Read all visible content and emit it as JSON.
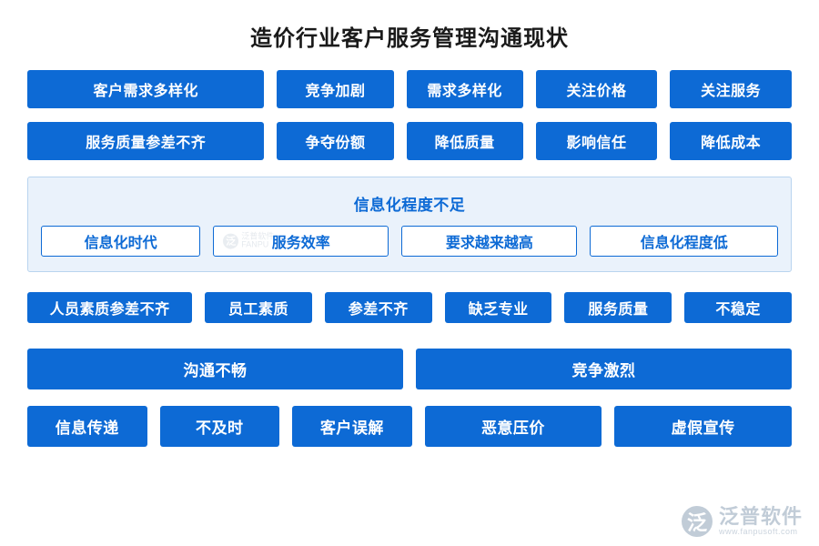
{
  "title": "造价行业客户服务管理沟通现状",
  "colors": {
    "chip_blue": "#0d6ad5",
    "panel_bg": "#eaf2fb",
    "panel_border": "#b9d4ef",
    "title_color": "#1a1a1a"
  },
  "row1": [
    {
      "label": "客户需求多样化",
      "flex": 266
    },
    {
      "label": "竞争加剧",
      "flex": 122
    },
    {
      "label": "需求多样化",
      "flex": 122
    },
    {
      "label": "关注价格",
      "flex": 128
    },
    {
      "label": "关注服务",
      "flex": 128
    }
  ],
  "row2": [
    {
      "label": "服务质量参差不齐",
      "flex": 266
    },
    {
      "label": "争夺份额",
      "flex": 122
    },
    {
      "label": "降低质量",
      "flex": 122
    },
    {
      "label": "影响信任",
      "flex": 128
    },
    {
      "label": "降低成本",
      "flex": 128
    }
  ],
  "panel": {
    "title": "信息化程度不足",
    "items": [
      {
        "label": "信息化时代",
        "flex": 180,
        "watermark": false
      },
      {
        "label": "服务效率",
        "flex": 200,
        "watermark": true
      },
      {
        "label": "要求越来越高",
        "flex": 200,
        "watermark": false
      },
      {
        "label": "信息化程度低",
        "flex": 215,
        "watermark": false
      }
    ]
  },
  "row4": [
    {
      "label": "人员素质参差不齐",
      "flex": 198
    },
    {
      "label": "员工素质",
      "flex": 122
    },
    {
      "label": "参差不齐",
      "flex": 122
    },
    {
      "label": "缺乏专业",
      "flex": 122
    },
    {
      "label": "服务质量",
      "flex": 122
    },
    {
      "label": "不稳定",
      "flex": 122
    }
  ],
  "row5": [
    {
      "label": "沟通不畅",
      "flex": 414
    },
    {
      "label": "竞争激烈",
      "flex": 414
    }
  ],
  "row6": [
    {
      "label": "信息传递",
      "flex": 128
    },
    {
      "label": "不及时",
      "flex": 128
    },
    {
      "label": "客户误解",
      "flex": 128
    },
    {
      "label": "恶意压价",
      "flex": 198
    },
    {
      "label": "虚假宣传",
      "flex": 198
    }
  ],
  "watermark": {
    "mark": "泛",
    "name": "泛普软件",
    "sub": "www.fanpusoft.com",
    "inline_mark": "泛",
    "inline_line1": "泛普软件",
    "inline_line2": "FANPU"
  }
}
